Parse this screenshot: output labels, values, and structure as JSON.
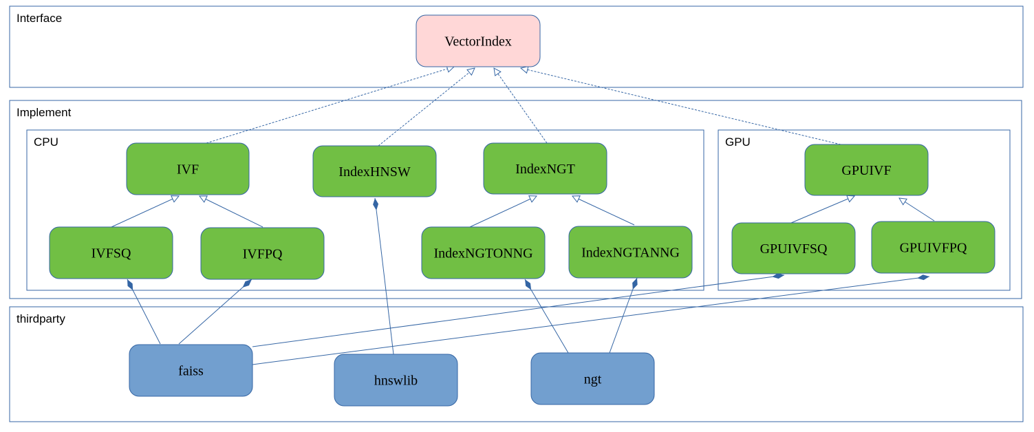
{
  "colors": {
    "border": "#3465a4",
    "interface": "#ffd7d7",
    "implement": "#71bf44",
    "thirdparty": "#729fcf",
    "edge": "#3465a4"
  },
  "groups": [
    {
      "id": "interface",
      "label": "Interface"
    },
    {
      "id": "implement",
      "label": "Implement"
    },
    {
      "id": "cpu",
      "label": "CPU"
    },
    {
      "id": "gpu",
      "label": "GPU"
    },
    {
      "id": "thirdparty",
      "label": "thirdparty"
    }
  ],
  "nodes": [
    {
      "id": "VectorIndex",
      "label": "VectorIndex",
      "kind": "interface"
    },
    {
      "id": "IVF",
      "label": "IVF",
      "kind": "implement"
    },
    {
      "id": "IndexHNSW",
      "label": "IndexHNSW",
      "kind": "implement"
    },
    {
      "id": "IndexNGT",
      "label": "IndexNGT",
      "kind": "implement"
    },
    {
      "id": "GPUIVF",
      "label": "GPUIVF",
      "kind": "implement"
    },
    {
      "id": "IVFSQ",
      "label": "IVFSQ",
      "kind": "implement"
    },
    {
      "id": "IVFPQ",
      "label": "IVFPQ",
      "kind": "implement"
    },
    {
      "id": "IndexNGTONNG",
      "label": "IndexNGTONNG",
      "kind": "implement"
    },
    {
      "id": "IndexNGTANNG",
      "label": "IndexNGTANNG",
      "kind": "implement"
    },
    {
      "id": "GPUIVFSQ",
      "label": "GPUIVFSQ",
      "kind": "implement"
    },
    {
      "id": "GPUIVFPQ",
      "label": "GPUIVFPQ",
      "kind": "implement"
    },
    {
      "id": "faiss",
      "label": "faiss",
      "kind": "thirdparty"
    },
    {
      "id": "hnswlib",
      "label": "hnswlib",
      "kind": "thirdparty"
    },
    {
      "id": "ngt",
      "label": "ngt",
      "kind": "thirdparty"
    }
  ],
  "edges": [
    {
      "from": "IVF",
      "to": "VectorIndex",
      "type": "realization"
    },
    {
      "from": "IndexHNSW",
      "to": "VectorIndex",
      "type": "realization"
    },
    {
      "from": "IndexNGT",
      "to": "VectorIndex",
      "type": "realization"
    },
    {
      "from": "GPUIVF",
      "to": "VectorIndex",
      "type": "realization"
    },
    {
      "from": "IVFSQ",
      "to": "IVF",
      "type": "inheritance"
    },
    {
      "from": "IVFPQ",
      "to": "IVF",
      "type": "inheritance"
    },
    {
      "from": "IndexNGTONNG",
      "to": "IndexNGT",
      "type": "inheritance"
    },
    {
      "from": "IndexNGTANNG",
      "to": "IndexNGT",
      "type": "inheritance"
    },
    {
      "from": "GPUIVFSQ",
      "to": "GPUIVF",
      "type": "inheritance"
    },
    {
      "from": "GPUIVFPQ",
      "to": "GPUIVF",
      "type": "inheritance"
    },
    {
      "from": "faiss",
      "to": "IVFSQ",
      "type": "composition"
    },
    {
      "from": "faiss",
      "to": "IVFPQ",
      "type": "composition"
    },
    {
      "from": "faiss",
      "to": "GPUIVFSQ",
      "type": "composition"
    },
    {
      "from": "faiss",
      "to": "GPUIVFPQ",
      "type": "composition"
    },
    {
      "from": "hnswlib",
      "to": "IndexHNSW",
      "type": "composition"
    },
    {
      "from": "ngt",
      "to": "IndexNGTONNG",
      "type": "composition"
    },
    {
      "from": "ngt",
      "to": "IndexNGTANNG",
      "type": "composition"
    }
  ]
}
